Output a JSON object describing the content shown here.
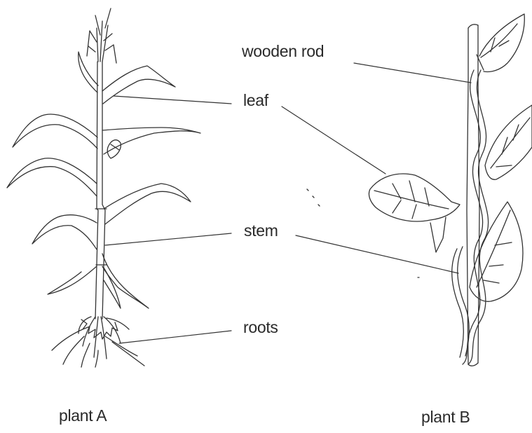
{
  "labels": {
    "wooden_rod": "wooden rod",
    "leaf": "leaf",
    "stem": "stem",
    "roots": "roots"
  },
  "captions": {
    "plant_a": "plant A",
    "plant_b": "plant B"
  },
  "colors": {
    "ink": "#2a2a2a",
    "background": "#ffffff"
  }
}
